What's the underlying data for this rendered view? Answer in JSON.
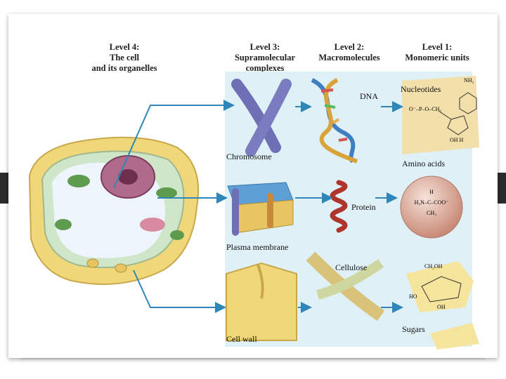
{
  "headers": {
    "level4": [
      "Level 4:",
      "The cell",
      "and its organelles"
    ],
    "level3": [
      "Level 3:",
      "Supramolecular",
      "complexes"
    ],
    "level2": [
      "Level 2:",
      "Macromolecules"
    ],
    "level1": [
      "Level 1:",
      "Monomeric units"
    ]
  },
  "labels": {
    "chromosome": "Chromosome",
    "plasma_membrane": "Plasma membrane",
    "cell_wall": "Cell wall",
    "dna": "DNA",
    "protein": "Protein",
    "cellulose": "Cellulose",
    "nucleotides": "Nucleotides",
    "amino_acids": "Amino acids",
    "sugars": "Sugars"
  },
  "formula_text": {
    "nh2": "NH₂",
    "phosphate": "O⁻–P–O–CH₂",
    "oh_h": "OH  H",
    "amino": "H₃N–C–COO⁻",
    "h": "H",
    "ch3": "CH₃",
    "ch2oh": "CH₂OH",
    "ho": "HO",
    "oh": "OH"
  },
  "colors": {
    "arrow": "#2f86b8",
    "panel_bg": "#dff0f6",
    "cell_wall": "#f0d77a",
    "chromosome": "#6e6fb4",
    "nucleotide_bg": "#f3dfa9",
    "amino_sphere": "#d9a48f",
    "sugar_bg": "#f4e49c"
  }
}
